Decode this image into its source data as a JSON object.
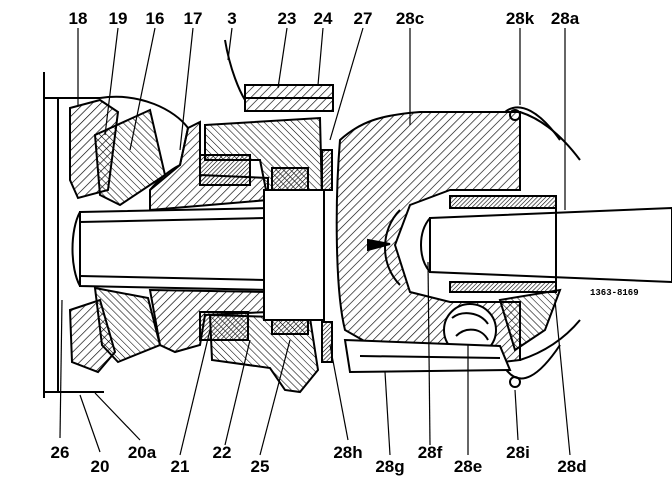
{
  "labels_top": [
    "18",
    "19",
    "16",
    "17",
    "3",
    "23",
    "24",
    "27",
    "28c",
    "28k",
    "28a"
  ],
  "labels_bottom": [
    "26",
    "20",
    "20a",
    "21",
    "22",
    "25",
    "28h",
    "28g",
    "28f",
    "28e",
    "28i",
    "28d"
  ],
  "figure_code": "1363-8169",
  "colors": {
    "ink": "#000000",
    "paper": "#ffffff"
  }
}
